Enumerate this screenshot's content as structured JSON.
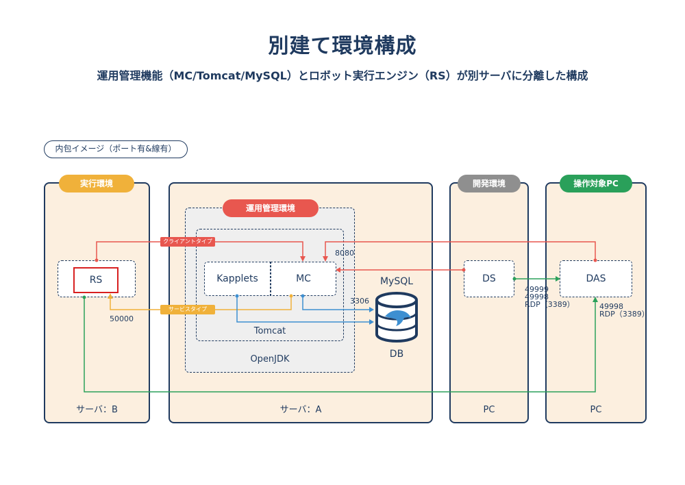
{
  "title": "別建て環境構成",
  "subtitle": "運用管理機能（MC/Tomcat/MySQL）とロボット実行エンジン（RS）が別サーバに分離した構成",
  "legend": "内包イメージ（ポート有&線有）",
  "panels": {
    "server_b": {
      "badge": "実行環境",
      "label": "サーバ：B"
    },
    "server_a": {
      "label": "サーバ：A"
    },
    "dev_pc": {
      "badge": "開発環境",
      "label": "PC"
    },
    "target_pc": {
      "badge": "操作対象PC",
      "label": "PC"
    }
  },
  "ops_env": {
    "badge": "運用管理環境"
  },
  "components": {
    "rs": "RS",
    "kapplets": "Kapplets",
    "mc": "MC",
    "tomcat": "Tomcat",
    "openjdk": "OpenJDK",
    "mysql": "MySQL",
    "db": "DB",
    "ds": "DS",
    "das": "DAS"
  },
  "connection_tags": {
    "client_type": "クライアントタイプ",
    "service_type": "サービスタイプ"
  },
  "ports": {
    "p8080": "8080",
    "p3306": "3306",
    "p50000": "50000",
    "ds_das_1": "49999",
    "ds_das_2": "49998",
    "ds_das_3": "RDP（3389）",
    "das_1": "49998",
    "das_2": "RDP（3389）"
  },
  "colors": {
    "navy": "#1f3a5f",
    "panel_bg": "#fcefdf",
    "red": "#e8574f",
    "orange": "#f0b13a",
    "green": "#2aa05a",
    "blue": "#3d8fd1",
    "gray": "#8f8f8f",
    "highlight": "#d71f1f"
  }
}
